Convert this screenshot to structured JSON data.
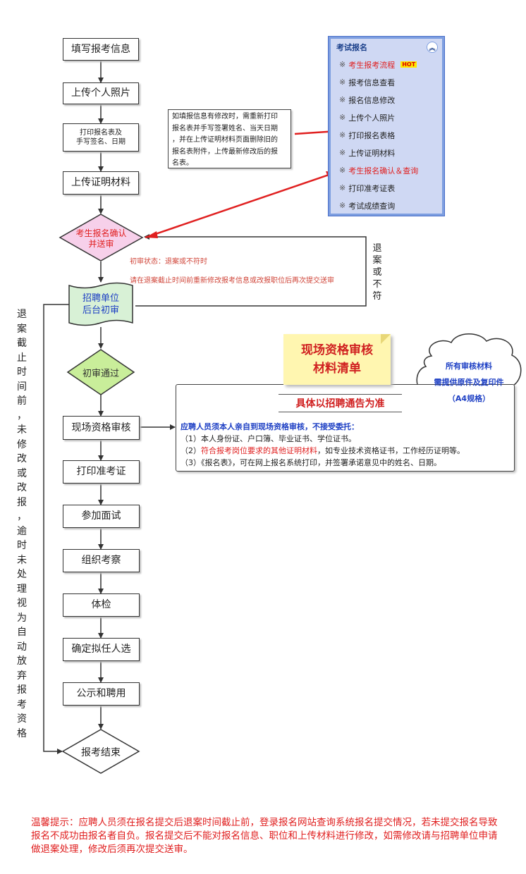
{
  "steps": {
    "fill_info": "填写报考信息",
    "upload_photo": "上传个人照片",
    "print_form_line1": "打印报名表及",
    "print_form_line2": "手写签名、日期",
    "upload_docs": "上传证明材料",
    "confirm_line1": "考生报名确认",
    "confirm_line2": "并送审",
    "employer_line1": "招聘单位",
    "employer_line2": "后台初审",
    "passed": "初审通过",
    "onsite_review": "现场资格审核",
    "print_ticket": "打印准考证",
    "interview": "参加面试",
    "inspection": "组织考察",
    "medical": "体检",
    "select": "确定拟任人选",
    "publicize": "公示和聘用",
    "end": "报考结束"
  },
  "print_note": [
    "如填报信息有修改时，需重新打印",
    "报名表并手写签署姓名、当天日期",
    "，并在上传证明材料页面删除旧的",
    "报名表附件，上传最新修改后的报",
    "名表。"
  ],
  "review_status": {
    "line1": "初审状态：退案或不符时",
    "line2": "请在退案截止时间前重新修改报考信息或改报职位后再次提交送审"
  },
  "returned_label": [
    "退",
    "案",
    "或",
    "不",
    "符"
  ],
  "left_note": [
    "退",
    "案",
    "截",
    "止",
    "时",
    "间",
    "前",
    "，",
    "未",
    "修",
    "改",
    "或",
    "改",
    "报",
    "，",
    "逾",
    "时",
    "未",
    "处",
    "理",
    "视",
    "为",
    "自",
    "动",
    "放",
    "弃",
    "报",
    "考",
    "资",
    "格"
  ],
  "menu": {
    "title": "考试报名",
    "collapse_glyph": "︽",
    "mark": "※",
    "hot_label": "HOT",
    "items": [
      {
        "label": "考生报考流程",
        "highlight": true
      },
      {
        "label": "报考信息查看",
        "highlight": false
      },
      {
        "label": "报名信息修改",
        "highlight": false
      },
      {
        "label": "上传个人照片",
        "highlight": false
      },
      {
        "label": "打印报名表格",
        "highlight": false
      },
      {
        "label": "上传证明材料",
        "highlight": false
      },
      {
        "label": "考生报名确认＆查询",
        "highlight": true
      },
      {
        "label": "打印准考证表",
        "highlight": false
      },
      {
        "label": "考试成绩查询",
        "highlight": false
      }
    ]
  },
  "checklist": {
    "title_line1": "现场资格审核",
    "title_line2": "材料清单",
    "subtitle": "具体以招聘通告为准",
    "intro": "应聘人员须本人亲自到现场资格审核，不接受委托：",
    "item1": "（1）本人身份证、户口簿、毕业证书、学位证书。",
    "item2_prefix": "（2）",
    "item2_highlight": "符合报考岗位要求的其他证明材料",
    "item2_suffix": "，如专业技术资格证书，工作经历证明等。",
    "item3": "（3）《报名表》，可在网上报名系统打印，并签署承诺意见中的姓名、日期。"
  },
  "cloud": [
    "所有审核材料",
    "需提供原件及复印件",
    "（A4规格）"
  ],
  "footer": "温馨提示：应聘人员须在报名提交后退案时间截止前，登录报名网站查询系统报名提交情况，若未提交报名导致报名不成功由报名者自负。报名提交后不能对报名信息、职位和上传材料进行修改，如需修改请与招聘单位申请做退案处理，修改后须再次提交送审。",
  "colors": {
    "red": "#e02020",
    "blue": "#1d3fc4",
    "diamond_pink": "#f7d0ea",
    "diamond_green": "#c9ee9a",
    "doc_green": "#d8f1d6",
    "menu_bg": "#cfd8f3",
    "sticky": "#fff6b0"
  }
}
